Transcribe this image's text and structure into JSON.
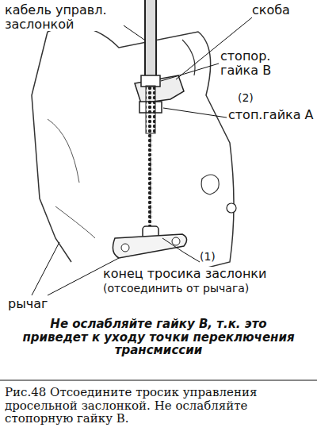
{
  "diagram": {
    "caption": "Рис.48 Отсоедините тросик управления дросельной заслонкой. Не ослабляйте стопорную гайку В.",
    "labels": [
      "кабель управл. заслонкой",
      "скоба",
      "стопор. гайка В",
      "(2)",
      "стоп.гайка А",
      "(1)",
      "конец тросика заслонки",
      "(отсоединить от рычага)",
      "рычаг",
      "Не ослабляйте гайку В, т.к. это приведет к уходу точки переключения трансмиссии"
    ]
  }
}
